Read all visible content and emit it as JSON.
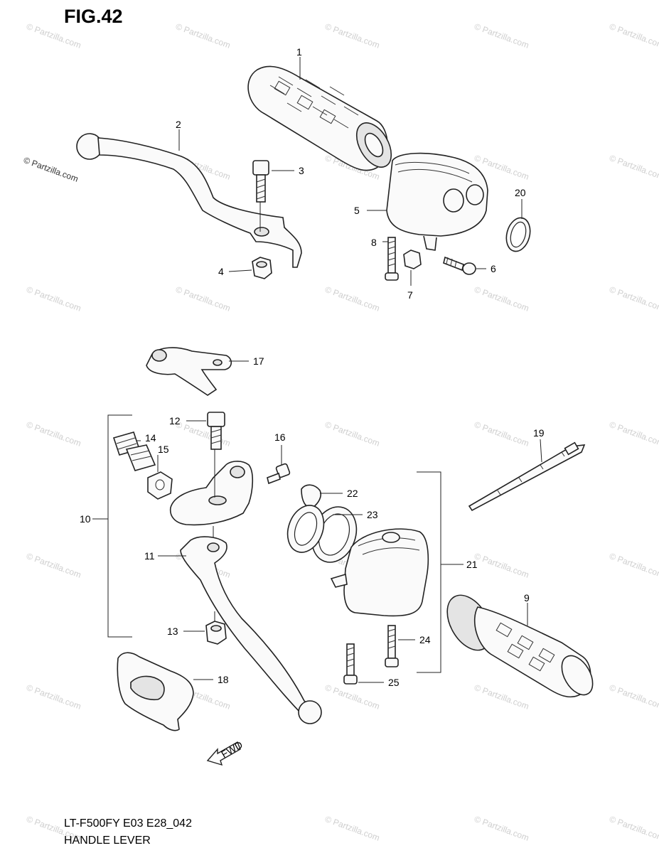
{
  "figure": {
    "title": "FIG.42",
    "model_code": "LT-F500FY E03 E28_042",
    "name": "HANDLE LEVER",
    "copyright": "© Partzilla.com",
    "watermark": "© Partzilla.com",
    "fwd_label": "FWD"
  },
  "callouts": {
    "c1": "1",
    "c2": "2",
    "c3": "3",
    "c4": "4",
    "c5": "5",
    "c6": "6",
    "c7": "7",
    "c8": "8",
    "c9": "9",
    "c10": "10",
    "c11": "11",
    "c12": "12",
    "c13": "13",
    "c14": "14",
    "c15": "15",
    "c16": "16",
    "c17": "17",
    "c18": "18",
    "c19": "19",
    "c20": "20",
    "c21": "21",
    "c22": "22",
    "c23": "23",
    "c24": "24",
    "c25": "25"
  }
}
